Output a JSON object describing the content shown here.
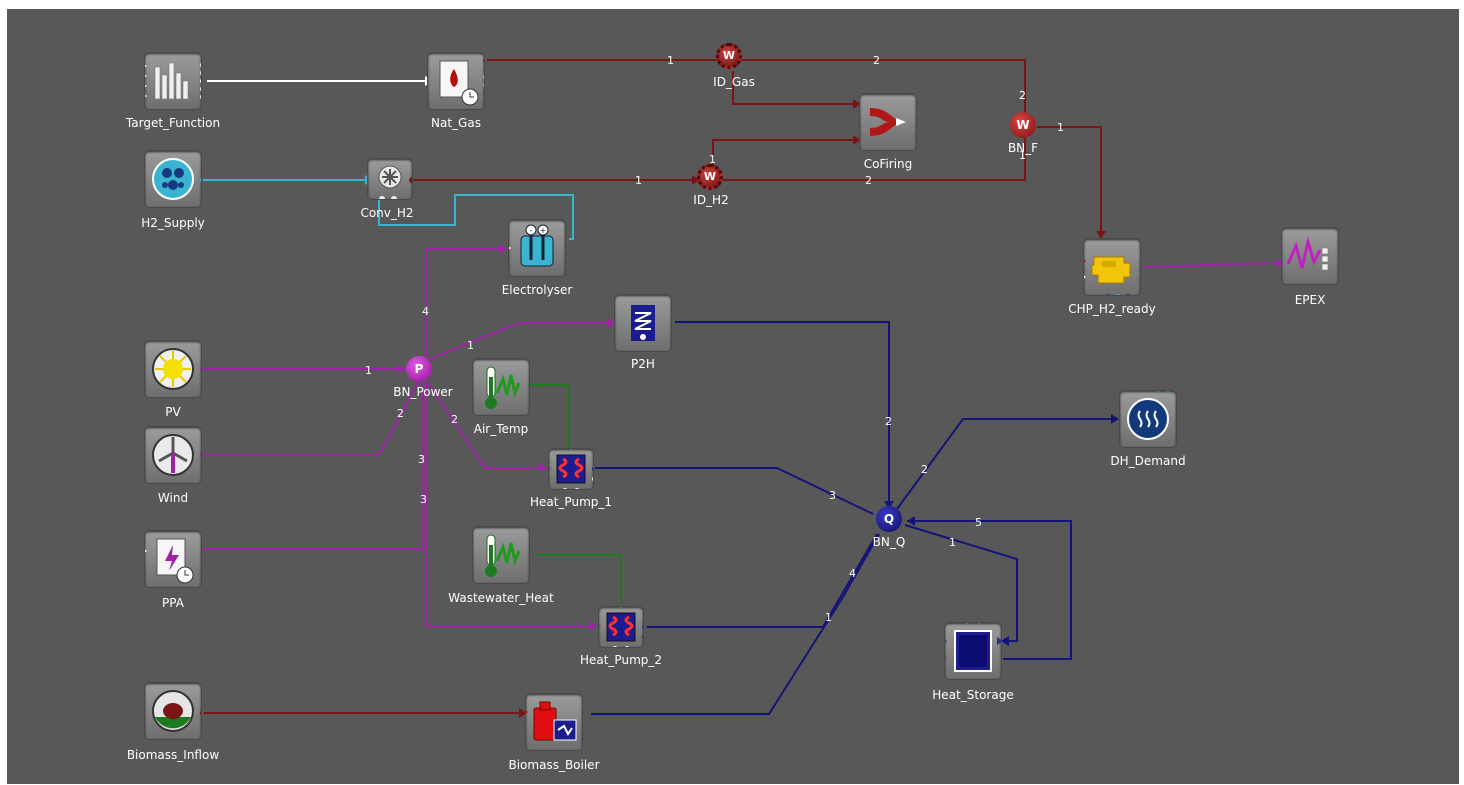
{
  "nodes": {
    "target_function": "Target_Function",
    "nat_gas": "Nat_Gas",
    "h2_supply": "H2_Supply",
    "conv_h2": "Conv_H2",
    "electrolyser": "Electrolyser",
    "cofiring": "CoFiring",
    "chp_h2_ready": "CHP_H2_ready",
    "epex": "EPEX",
    "pv": "PV",
    "wind": "Wind",
    "ppa": "PPA",
    "p2h": "P2H",
    "air_temp": "Air_Temp",
    "heat_pump_1": "Heat_Pump_1",
    "wastewater_heat": "Wastewater_Heat",
    "heat_pump_2": "Heat_Pump_2",
    "biomass_inflow": "Biomass_Inflow",
    "biomass_boiler": "Biomass_Boiler",
    "heat_storage": "Heat_Storage",
    "dh_demand": "DH_Demand"
  },
  "buses": {
    "id_gas": {
      "label": "ID_Gas",
      "symbol": "W"
    },
    "id_h2": {
      "label": "ID_H2",
      "symbol": "W"
    },
    "bn_f": {
      "label": "BN_F",
      "symbol": "W"
    },
    "bn_power": {
      "label": "BN_Power",
      "symbol": "P"
    },
    "bn_q": {
      "label": "BN_Q",
      "symbol": "Q"
    }
  },
  "wire_labels": {
    "natgas_idgas": "1",
    "idgas_bnf_a": "2",
    "idgas_bnf_b": "2",
    "bnf_chp": "1",
    "bnf_idh2": "1",
    "idh2_in": "1",
    "idh2_cofiring": "1",
    "idh2_bnf": "2",
    "pv_bnpower": "1",
    "wind_bnpower": "2",
    "bnpower_p2h": "1",
    "bnpower_electrolyser": "4",
    "bnpower_hp1": "2",
    "bnpower_ppa_a": "3",
    "bnpower_ppa_b": "3",
    "p2h_bnq": "2",
    "hp1_bnq": "3",
    "dh_bnq": "2",
    "storage_in": "5",
    "storage_out": "1",
    "boiler_bnq": "4",
    "hp2_bnq": "1"
  },
  "colors": {
    "background": "#585858",
    "gas_wire": "#7a1515",
    "h2_wire": "#3ab4d0",
    "power_wire": "#a020a8",
    "heat_wire": "#141478",
    "temp_wire": "#1e7a1e",
    "control_wire": "#ffffff"
  }
}
